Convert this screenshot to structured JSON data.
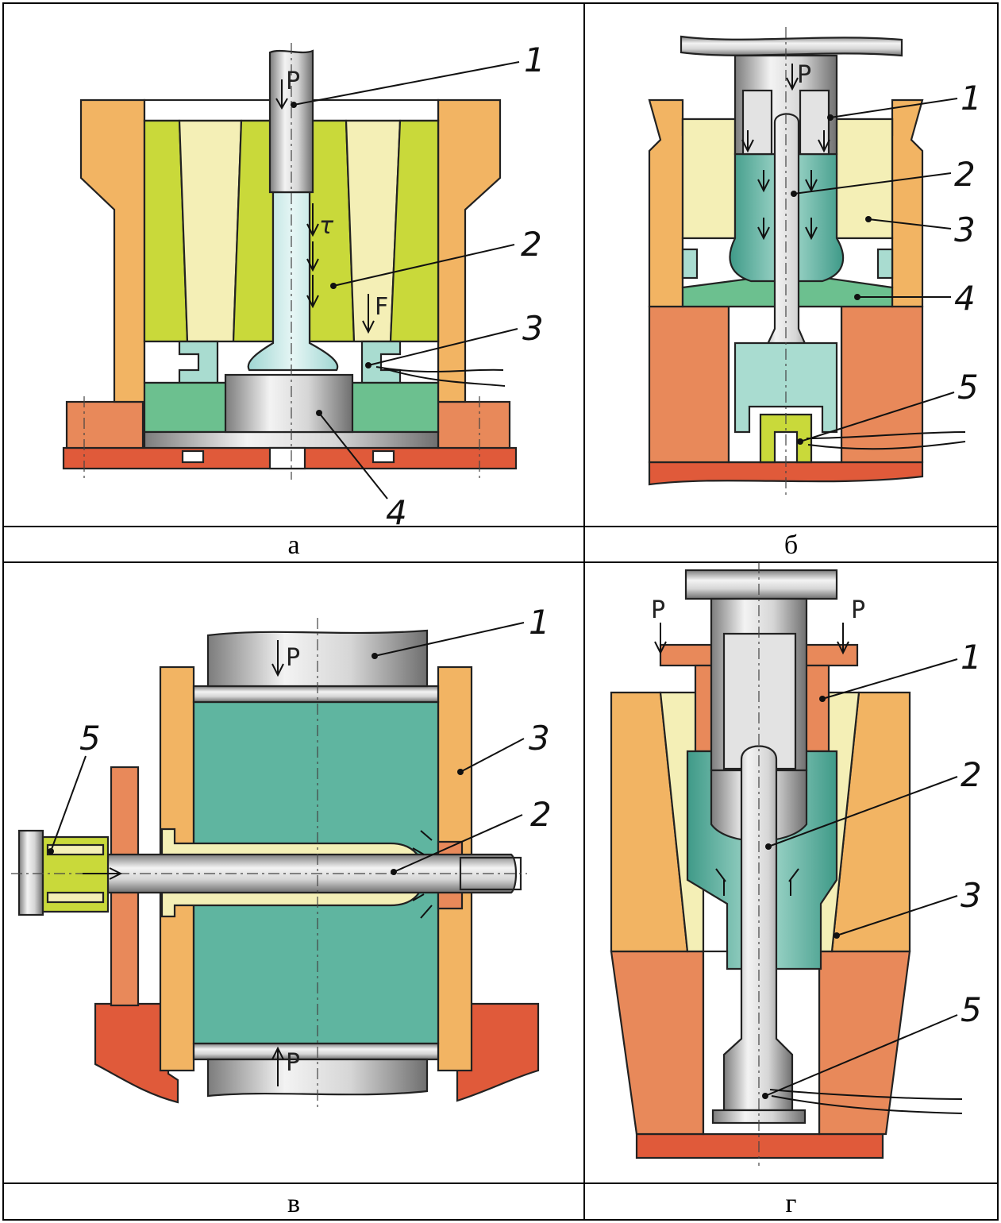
{
  "panels": [
    {
      "caption": "а",
      "labels": [
        "1",
        "2",
        "3",
        "4"
      ],
      "symbols": [
        "P",
        "τ",
        "F"
      ]
    },
    {
      "caption": "б",
      "labels": [
        "1",
        "2",
        "3",
        "4",
        "5"
      ],
      "symbols": [
        "P"
      ]
    },
    {
      "caption": "в",
      "labels": [
        "1",
        "2",
        "3",
        "5"
      ],
      "symbols": [
        "P",
        "P"
      ]
    },
    {
      "caption": "г",
      "labels": [
        "1",
        "2",
        "3",
        "5"
      ],
      "symbols": [
        "P",
        "P"
      ]
    }
  ],
  "colors": {
    "orange": "#f2b463",
    "salmon": "#e8895a",
    "red": "#e05a3a",
    "teal": "#5fb5a0",
    "green": "#6cc08f",
    "yellow_green": "#c9d93a",
    "pale_yellow": "#f4efb6",
    "steel": "#bfbfbf"
  }
}
